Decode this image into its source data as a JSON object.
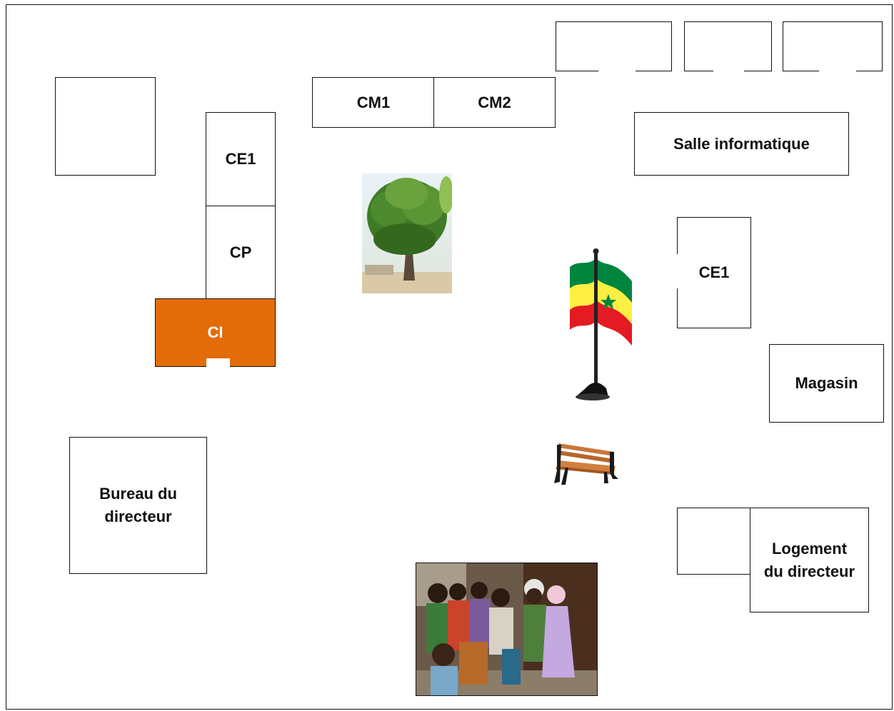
{
  "rooms": {
    "cm1": "CM1",
    "cm2": "CM2",
    "ce1_left": "CE1",
    "cp": "CP",
    "ci": "CI",
    "salle_informatique": "Salle informatique",
    "ce1_right": "CE1",
    "magasin": "Magasin",
    "bureau_directeur": "Bureau du directeur",
    "logement_directeur": "Logement du directeur"
  },
  "colors": {
    "ci_fill": "#e36c09",
    "flag_green": "#00853f",
    "flag_yellow": "#fdef42",
    "flag_red": "#e31b23"
  },
  "icons": [
    "tree-photo",
    "senegal-flag-icon",
    "bench-icon",
    "children-photo"
  ]
}
